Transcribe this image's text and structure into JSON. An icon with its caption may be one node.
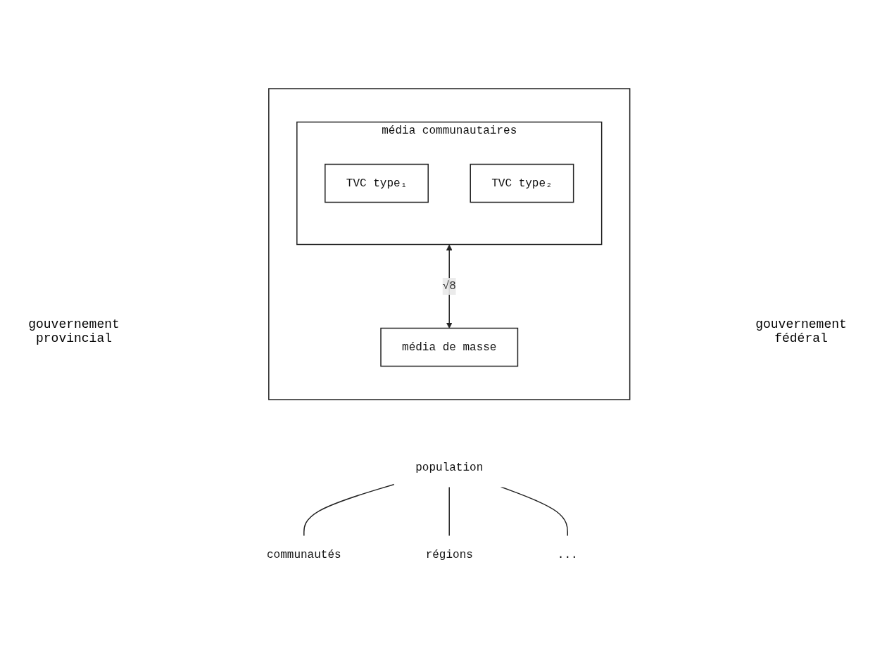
{
  "diagram": {
    "nodes": [
      {
        "text": [],
        "shape": "box"
      },
      {
        "text": [
          "média communautaires"
        ],
        "in": 0
      },
      {
        "text": [
          "TVC type₁"
        ],
        "in": 1
      },
      {
        "text": [
          "TVC type₂"
        ],
        "in": 1
      },
      {
        "text": [
          "média de masse"
        ],
        "in": 0
      },
      {
        "text": [
          "population"
        ]
      },
      {
        "text": [
          "communautés"
        ]
      },
      {
        "text": [
          "régions"
        ]
      },
      {
        "text": [
          "..."
        ]
      }
    ],
    "edges": [
      {
        "from": 1,
        "to": 4,
        "arrow": "both",
        "label": "√8"
      },
      {
        "from": 5,
        "to": 6,
        "arrow": "none"
      },
      {
        "from": 5,
        "to": 7,
        "arrow": "none"
      },
      {
        "from": 5,
        "to": 8,
        "arrow": "none"
      }
    ],
    "labels": [
      "gouvernement provincial",
      "gouvernement fédéral"
    ]
  }
}
